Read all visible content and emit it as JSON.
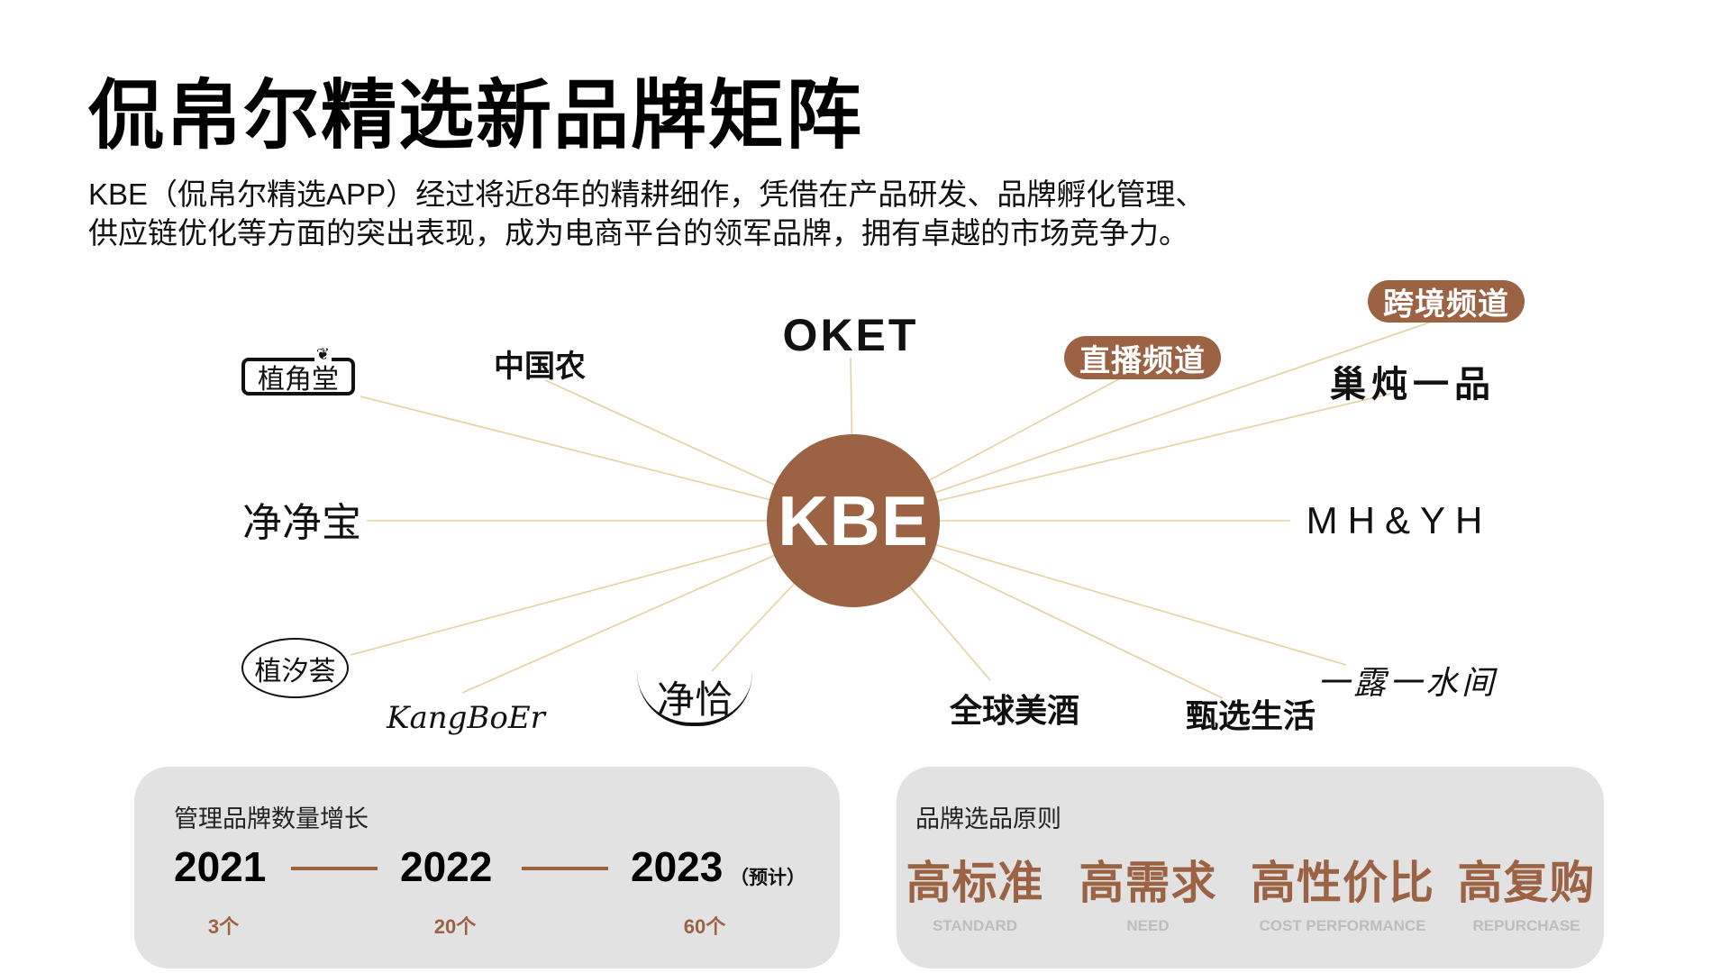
{
  "header": {
    "title": "侃帛尔精选新品牌矩阵",
    "description_line1": "KBE（侃帛尔精选APP）经过将近8年的精耕细作，凭借在产品研发、品牌孵化管理、",
    "description_line2": "供应链优化等方面的突出表现，成为电商平台的领军品牌，拥有卓越的市场竞争力。"
  },
  "hub": {
    "label": "KBE"
  },
  "brands": {
    "zhijiaotang": "植角堂",
    "zhongguonong": "中国农",
    "oket": "OKET",
    "zhibo": "直播频道",
    "kuajing": "跨境频道",
    "chaodun": "巢炖一品",
    "jingjingbao": "净净宝",
    "mhyh": "MH&YH",
    "zhixihui": "植汐荟",
    "kangboer": "KangBoEr",
    "jingqia": "净恰",
    "quanqiu": "全球美酒",
    "zhenxuan": "甄选生活",
    "yilu": "一露一水间"
  },
  "growth_card": {
    "title": "管理品牌数量增长",
    "years": [
      {
        "year": "2021",
        "count": "3个"
      },
      {
        "year": "2022",
        "count": "20个"
      },
      {
        "year": "2023",
        "note": "（预计）",
        "count": "60个"
      }
    ]
  },
  "principles_card": {
    "title": "品牌选品原则",
    "items": [
      {
        "label": "高标准",
        "en": "STANDARD"
      },
      {
        "label": "高需求",
        "en": "NEED"
      },
      {
        "label": "高性价比",
        "en": "COST PERFORMANCE"
      },
      {
        "label": "高复购",
        "en": "REPURCHASE"
      }
    ]
  },
  "colors": {
    "accent": "#9c6244",
    "ray": "#e8cf9f",
    "card": "#e2e2e2"
  }
}
